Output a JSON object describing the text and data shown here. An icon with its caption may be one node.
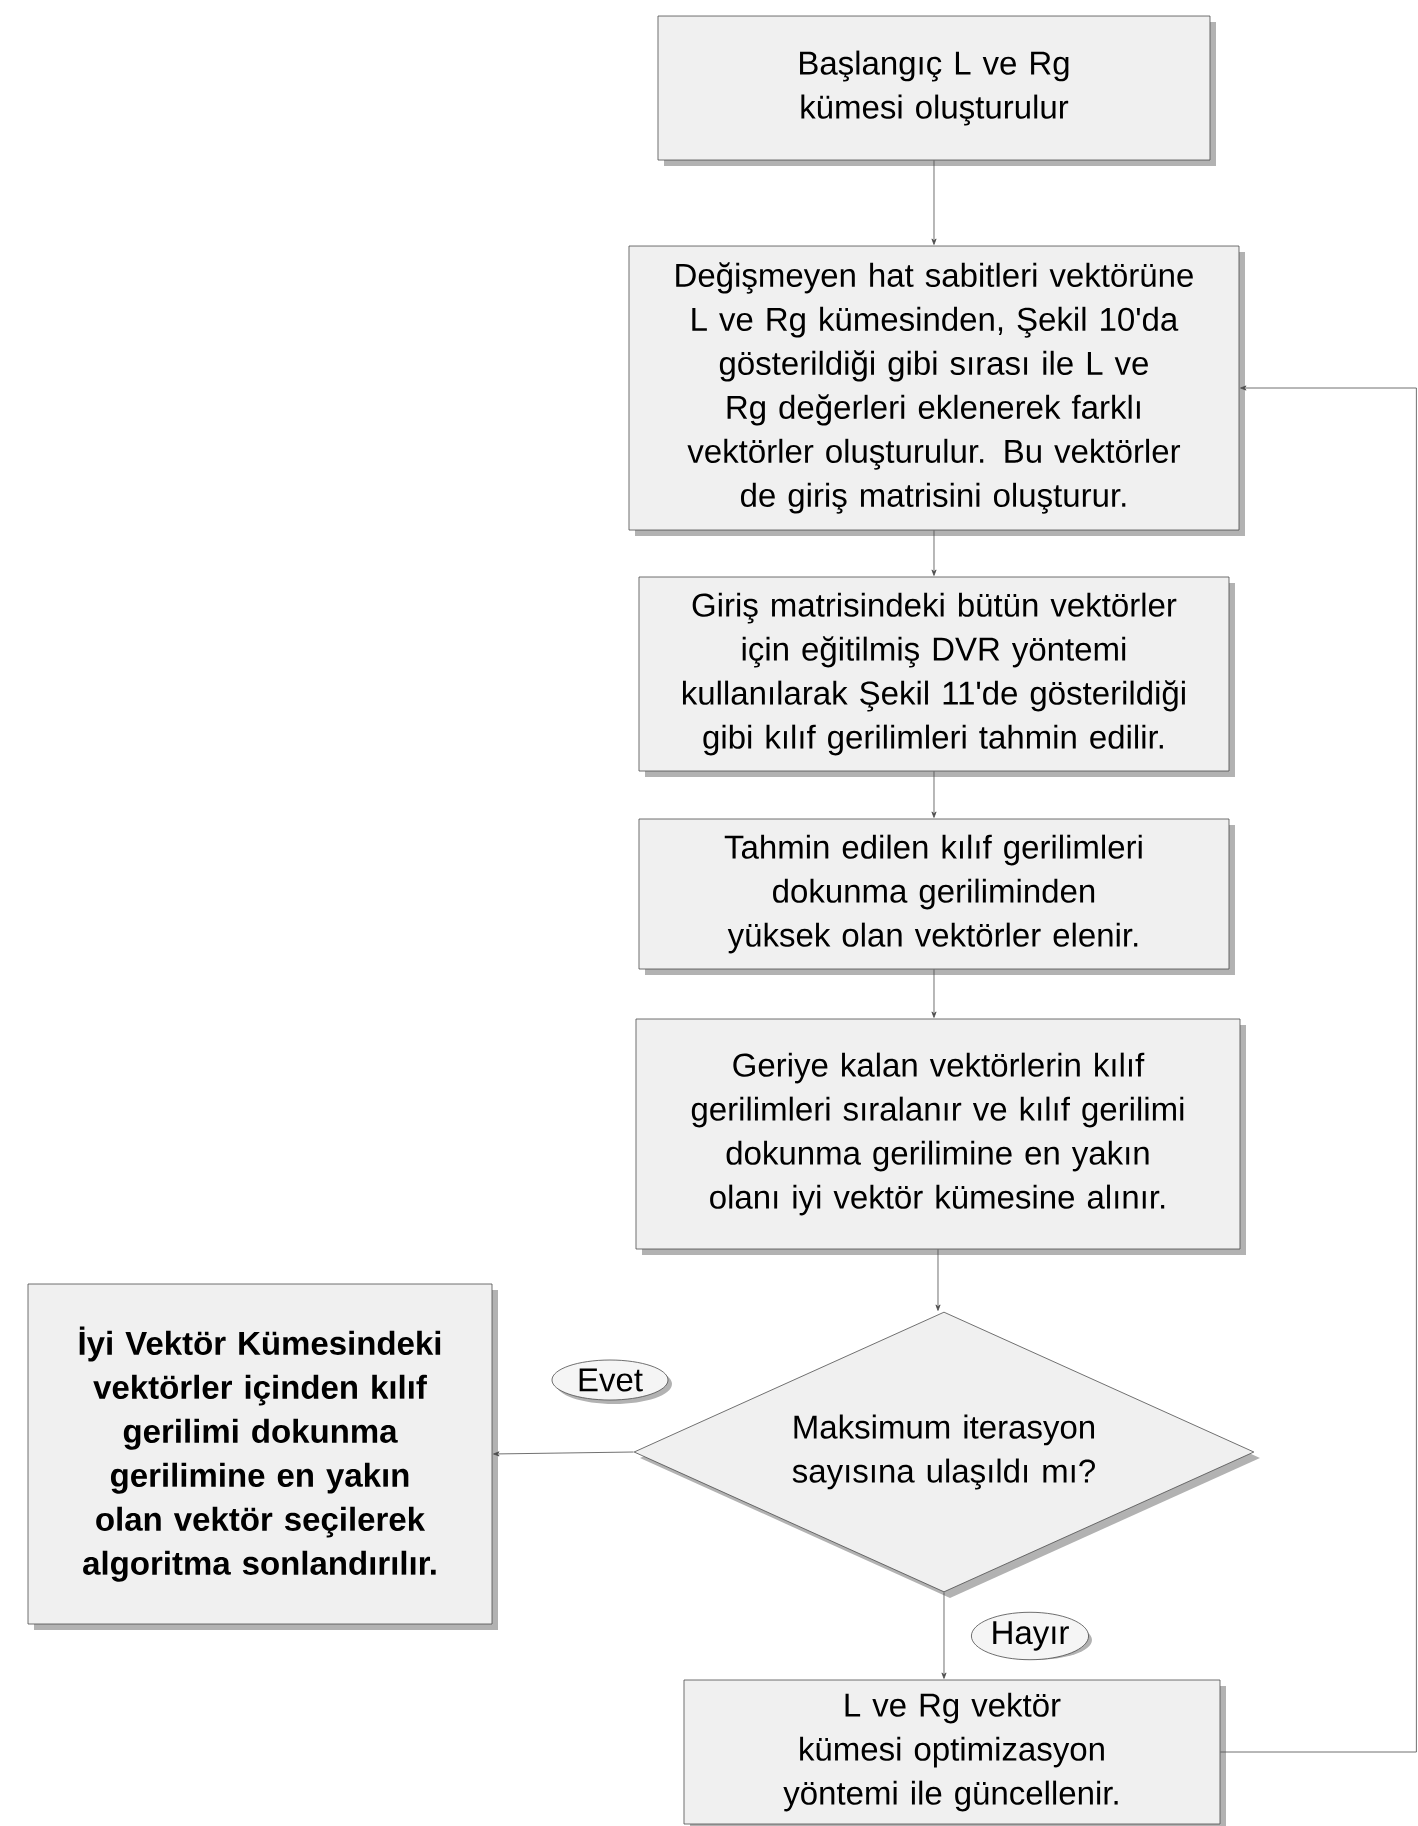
{
  "diagram": {
    "nodes": [
      {
        "text": [
          "Başlangıç L ve Rg  kümesi oluşturulur"
        ]
      },
      {
        "text": [
          "Değişmeyen hat sabitleri vektörüne L ve Rg kümesinden, Şekil 10'da gösterildiği gibi sırası ile L ve Rg değerleri eklenerek farklı vektörler oluşturulur. Bu vektörler de giriş matrisini oluşturur."
        ]
      },
      {
        "text": [
          "Giriş matrisindeki bütün vektörler için eğitilmiş DVR yöntemi kullanılarak Şekil 11'de gösterildiği gibi kılıf gerilimleri tahmin edilir."
        ]
      },
      {
        "text": [
          "Tahmin edilen kılıf gerilimleri dokunma geriliminden yüksek olan vektörler elenir."
        ]
      },
      {
        "text": [
          "Geriye kalan vektörlerin kılıf gerilimleri sıralanır ve kılıf gerilimi dokunma gerilimine en yakın olanı iyi vektör kümesine alınır."
        ]
      },
      {
        "text": [
          "Maksimum iterasyon sayısına ulaşıldı mı?"
        ]
      },
      {
        "text": [
          "İyi Vektör Kümesindeki vektörler içinden kılıf gerilimi dokunma gerilimine en yakın olan vektör seçilerek algoritma sonlandırılır."
        ]
      },
      {
        "text": [
          "L ve Rg vektör kümesi optimizasyon yöntemi ile güncellenir."
        ]
      }
    ],
    "edges": [
      {
        "from": 0,
        "to": 1,
        "arrow": "to"
      },
      {
        "from": 1,
        "to": 2,
        "arrow": "to"
      },
      {
        "from": 2,
        "to": 3,
        "arrow": "to"
      },
      {
        "from": 3,
        "to": 4,
        "arrow": "to"
      },
      {
        "from": 4,
        "to": 5,
        "arrow": "to"
      },
      {
        "from": 5,
        "to": 6,
        "arrow": "to",
        "label": "Evet"
      },
      {
        "from": 5,
        "to": 7,
        "arrow": "to",
        "label": "Hayır"
      },
      {
        "from": 7,
        "to": 1,
        "arrow": "to"
      }
    ]
  }
}
